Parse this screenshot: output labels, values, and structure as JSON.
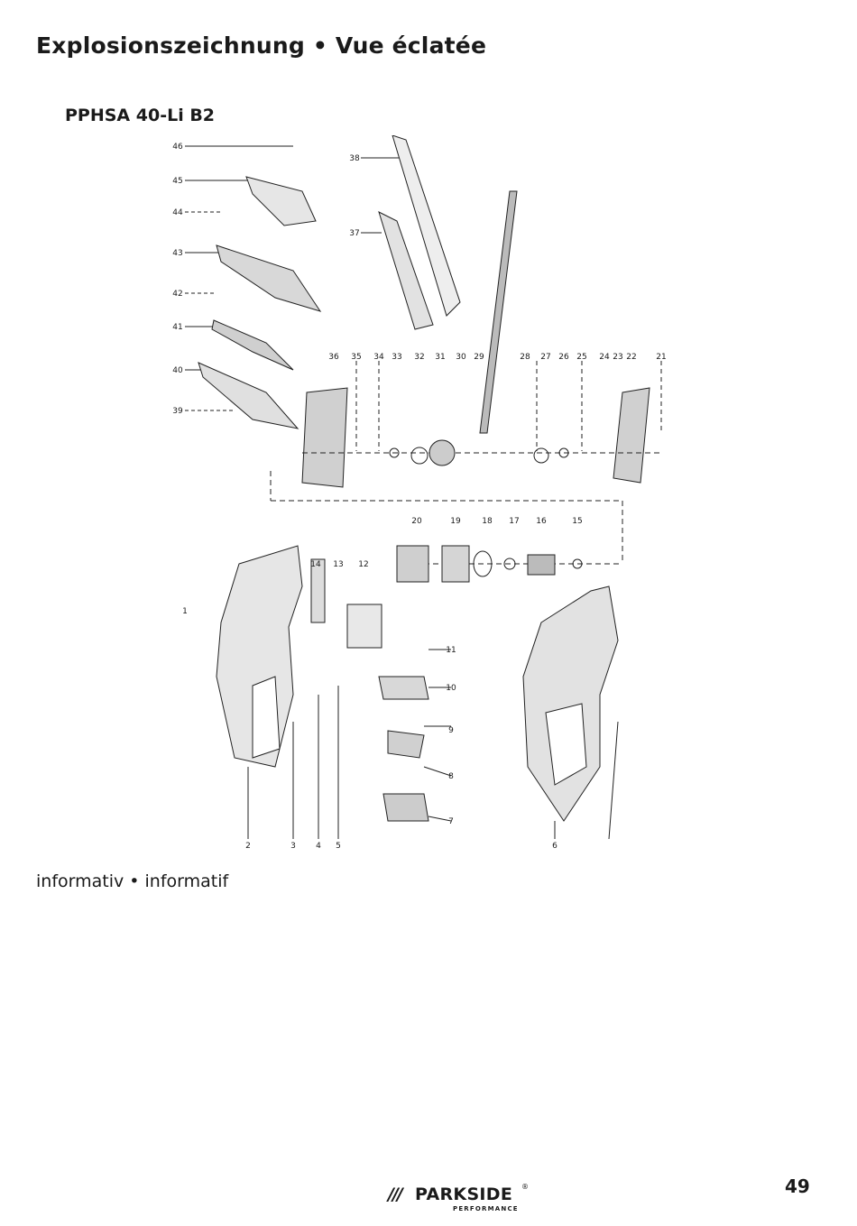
{
  "page": {
    "title": "Explosionszeichnung • Vue éclatée",
    "model": "PPHSA 40-Li B2",
    "caption": "informativ • informatif",
    "page_number": "49"
  },
  "logo": {
    "slashes": "///",
    "brand": "PARKSIDE",
    "registered": "®",
    "sub": "PERFORMANCE"
  },
  "diagram": {
    "part_labels": [
      "1",
      "2",
      "3",
      "4",
      "5",
      "6",
      "7",
      "8",
      "9",
      "10",
      "11",
      "12",
      "13",
      "14",
      "15",
      "16",
      "17",
      "18",
      "19",
      "20",
      "21",
      "22",
      "23",
      "24",
      "25",
      "26",
      "27",
      "28",
      "29",
      "30",
      "31",
      "32",
      "33",
      "34",
      "35",
      "36",
      "37",
      "38",
      "39",
      "40",
      "41",
      "42",
      "43",
      "44",
      "45",
      "46"
    ]
  }
}
